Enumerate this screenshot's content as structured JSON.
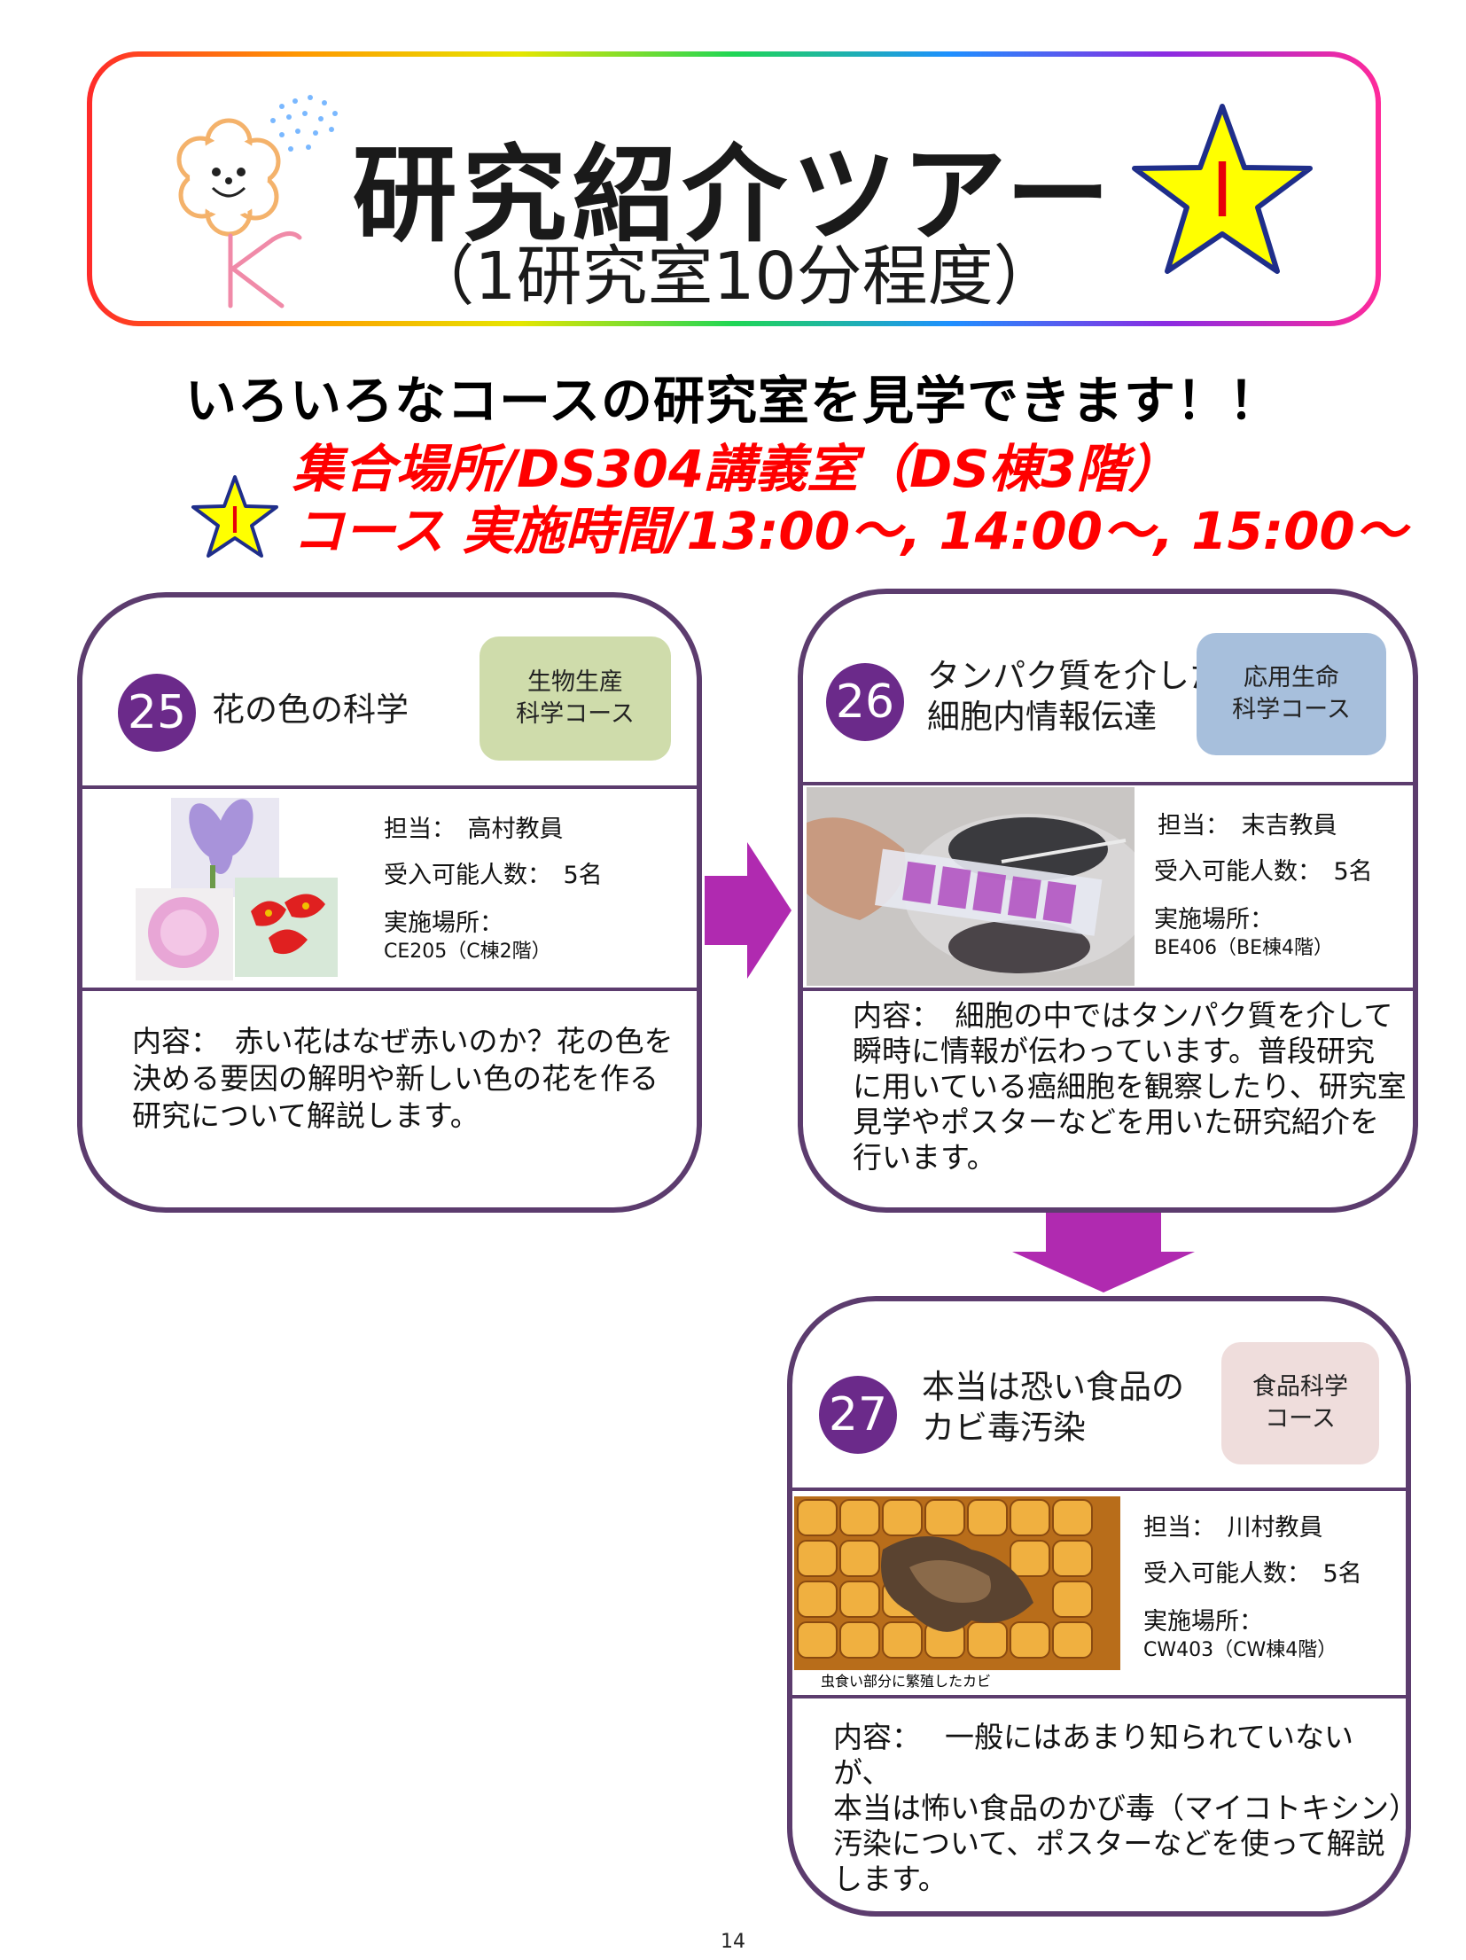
{
  "header": {
    "title": "研究紹介ツアー",
    "subtitle": "（1研究室10分程度）",
    "tour_number": "I"
  },
  "intro": "いろいろなコースの研究室を見学できます！！",
  "meeting_place": "集合場所/DS304講義室（DS棟3階）",
  "schedule": {
    "star_label": "I",
    "text": "コース 実施時間/13:00～, 14:00～, 15:00～"
  },
  "labs": [
    {
      "number": "25",
      "title_lines": [
        "花の色の科学"
      ],
      "course_lines": [
        "生物生産",
        "科学コース"
      ],
      "course_color": "#cfdcab",
      "staff": "担当：　高村教員",
      "capacity": "受入可能人数：　5名",
      "place_label": "実施場所：",
      "place": "CE205（C棟2階）",
      "content_lines": [
        "内容：　赤い花はなぜ赤いのか？花の色を",
        "決める要因の解明や新しい色の花を作る",
        "研究について解説します。"
      ]
    },
    {
      "number": "26",
      "title_lines": [
        "タンパク質を介した",
        "細胞内情報伝達"
      ],
      "course_lines": [
        "応用生命",
        "科学コース"
      ],
      "course_color": "#a7bfdc",
      "staff": "担当：　末吉教員",
      "capacity": "受入可能人数：　5名",
      "place_label": "実施場所：",
      "place": "BE406（BE棟4階）",
      "content_lines": [
        "内容：　細胞の中ではタンパク質を介して",
        "瞬時に情報が伝わっています。普段研究",
        "に用いている癌細胞を観察したり、研究室",
        "見学やポスターなどを用いた研究紹介を",
        "行います。"
      ]
    },
    {
      "number": "27",
      "title_lines": [
        "本当は恐い食品の",
        "カビ毒汚染"
      ],
      "course_lines": [
        "食品科学",
        "コース"
      ],
      "course_color": "#efdddc",
      "staff": "担当：　川村教員",
      "capacity": "受入可能人数：　5名",
      "place_label": "実施場所：",
      "place": "CW403（CW棟4階）",
      "photo_caption": "虫食い部分に繁殖したカビ",
      "content_lines": [
        "内容：　 一般にはあまり知られていないが、",
        "本当は怖い食品のかび毒（マイコトキシン）",
        "汚染について、ポスターなどを使って解説",
        "します。"
      ]
    }
  ],
  "page_number": "14",
  "colors": {
    "card_border": "#5c3c6e",
    "number_circle": "#6b2a8a",
    "arrow": "#b02ab0",
    "announcement_red": "#ff0000",
    "star_fill": "#ffff00"
  }
}
